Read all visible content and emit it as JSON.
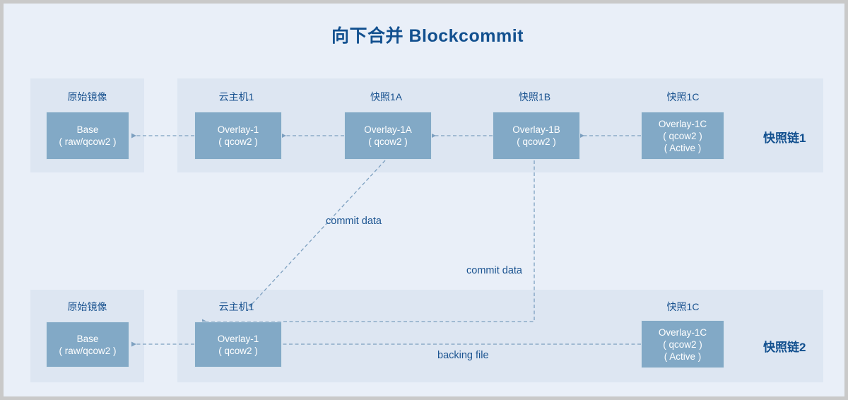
{
  "title": "向下合并 Blockcommit",
  "colors": {
    "canvas_bg": "#e9eff8",
    "panel_bg": "#dde6f2",
    "box_fill": "#82a9c6",
    "box_text": "#ffffff",
    "heading_blue": "#12508f",
    "label_blue": "#1a5390",
    "wire": "#7da0c0"
  },
  "chains": [
    {
      "id": "chain-1",
      "chain_label": "快照链1",
      "image_panel": {
        "caption": "原始镜像",
        "box": {
          "lines": [
            "Base",
            "（ raw/qcow2 )"
          ]
        }
      },
      "nodes": [
        {
          "caption": "云主机1",
          "lines": [
            "Overlay-1",
            "( qcow2 )"
          ]
        },
        {
          "caption": "快照1A",
          "lines": [
            "Overlay-1A",
            "( qcow2 )"
          ]
        },
        {
          "caption": "快照1B",
          "lines": [
            "Overlay-1B",
            "( qcow2 )"
          ]
        },
        {
          "caption": "快照1C",
          "lines": [
            "Overlay-1C",
            "( qcow2 )",
            "( Active )"
          ]
        }
      ]
    },
    {
      "id": "chain-2",
      "chain_label": "快照链2",
      "image_panel": {
        "caption": "原始镜像",
        "box": {
          "lines": [
            "Base",
            "（ raw/qcow2 )"
          ]
        }
      },
      "nodes": [
        {
          "caption": "云主机1",
          "lines": [
            "Overlay-1",
            "( qcow2 )"
          ]
        },
        {
          "caption": "快照1C",
          "lines": [
            "Overlay-1C",
            "( qcow2 )",
            "( Active )"
          ]
        }
      ]
    }
  ],
  "edges": {
    "commit_data_1": "commit data",
    "commit_data_2": "commit data",
    "backing_file": "backing file"
  },
  "box_text": {
    "base_l1": "Base",
    "base_l2": "( raw/qcow2 )",
    "ov1_l1": "Overlay-1",
    "ov1_l2": "( qcow2 )",
    "ov1a_l1": "Overlay-1A",
    "ov1a_l2": "( qcow2 )",
    "ov1b_l1": "Overlay-1B",
    "ov1b_l2": "( qcow2 )",
    "ov1c_l1": "Overlay-1C",
    "ov1c_l2": "( qcow2 )",
    "ov1c_l3": "( Active )"
  }
}
